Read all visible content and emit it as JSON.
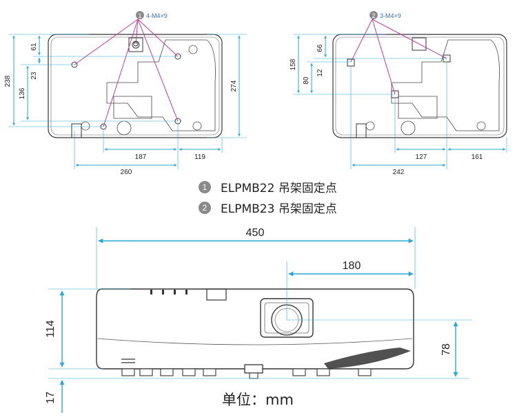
{
  "top_left": {
    "callout": "4-M4×9",
    "callout_badge": "1",
    "dims": {
      "v238": "238",
      "v61": "61",
      "v23": "23",
      "v136": "136",
      "v274": "274",
      "h187": "187",
      "h119": "119",
      "h260": "260"
    }
  },
  "top_right": {
    "callout": "3-M4×9",
    "callout_badge": "2",
    "dims": {
      "v158": "158",
      "v66": "66",
      "v12": "12",
      "v80": "80",
      "h127": "127",
      "h161": "161",
      "h242": "242"
    }
  },
  "legend": [
    {
      "badge": "1",
      "text": "ELPMB22 吊架固定点"
    },
    {
      "badge": "2",
      "text": "ELPMB23 吊架固定点"
    }
  ],
  "front": {
    "dims": {
      "w450": "450",
      "w180": "180",
      "h114": "114",
      "h78": "78",
      "h17": "17"
    }
  },
  "units_label": "单位：mm",
  "colors": {
    "dimension": "#29a8d6",
    "callout": "#c4399a",
    "callout_text": "#3d6fb0",
    "outline": "#333333"
  }
}
